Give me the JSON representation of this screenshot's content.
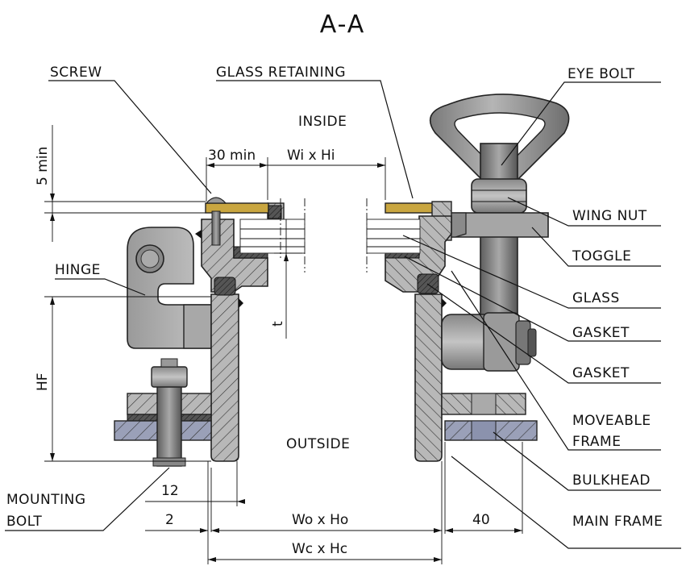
{
  "title": "A-A",
  "labels": {
    "screw": "SCREW",
    "glass_retaining": "GLASS RETAINING",
    "eye_bolt": "EYE BOLT",
    "inside": "INSIDE",
    "wing_nut": "WING NUT",
    "toggle": "TOGGLE",
    "hinge": "HINGE",
    "glass": "GLASS",
    "gasket_1": "GASKET",
    "gasket_2": "GASKET",
    "moveable_frame_1": "MOVEABLE",
    "moveable_frame_2": "FRAME",
    "outside": "OUTSIDE",
    "bulkhead": "BULKHEAD",
    "mounting_bolt_1": "MOUNTING",
    "mounting_bolt_2": "BOLT",
    "main_frame": "MAIN FRAME"
  },
  "dimensions": {
    "five_min": "5 min",
    "thirty_min": "30 min",
    "wi_hi": "Wi x Hi",
    "t": "t",
    "hf": "HF",
    "twelve": "12",
    "two": "2",
    "wo_ho": "Wo x Ho",
    "forty": "40",
    "wc_hc": "Wc x Hc"
  },
  "colors": {
    "steel": "#b4b4b4",
    "steel_dark": "#8c8c8c",
    "brass": "#c9a640",
    "bulkhead": "#9aa0b8",
    "gasket": "#4a4a4a",
    "line": "#111111"
  }
}
